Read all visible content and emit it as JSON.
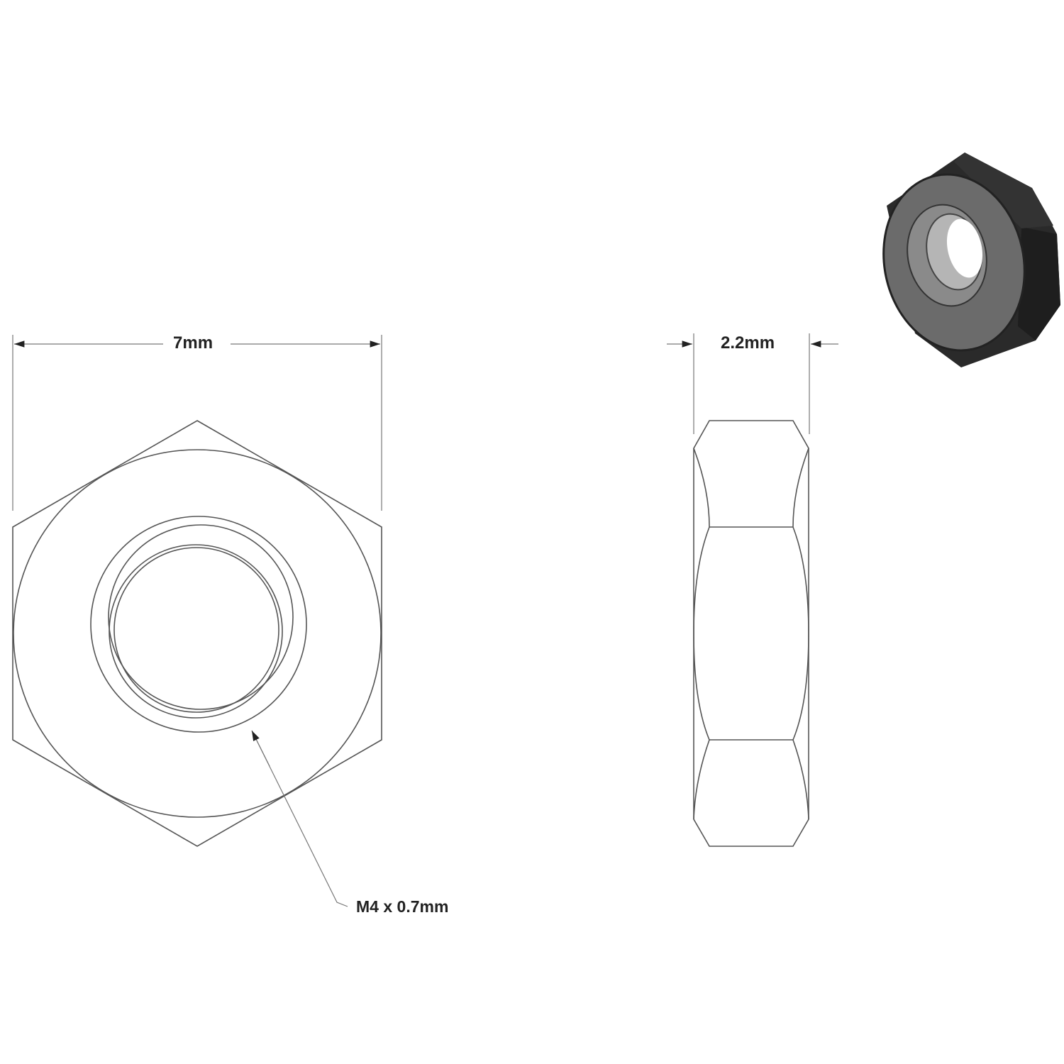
{
  "front_view": {
    "width_dimension": "7mm",
    "thread_callout": "M4 x 0.7mm"
  },
  "side_view": {
    "thickness_dimension": "2.2mm"
  },
  "colors": {
    "line": "#555555",
    "nut_dark": "#2a2a2a",
    "nut_face": "#6b6b6b"
  }
}
